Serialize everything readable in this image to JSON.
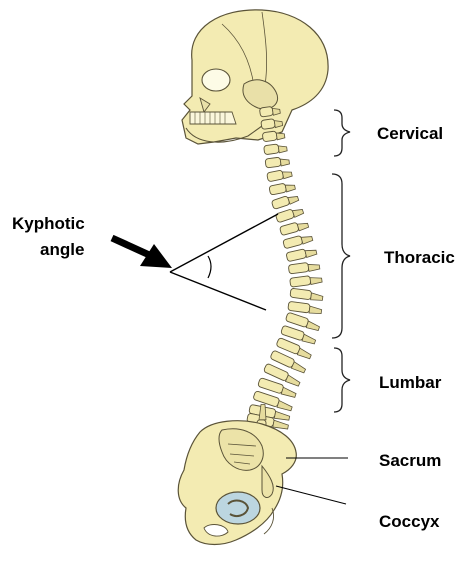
{
  "labels": {
    "kyphotic_line1": "Kyphotic",
    "kyphotic_line2": "angle",
    "cervical": "Cervical",
    "thoracic": "Thoracic",
    "lumbar": "Lumbar",
    "sacrum": "Sacrum",
    "coccyx": "Coccyx"
  },
  "colors": {
    "bone": "#f3ebb2",
    "bone_outline": "#5a5338",
    "disc": "#e6dc9e",
    "joint_blue": "#bcd6e0",
    "line": "#000000",
    "background": "#ffffff"
  }
}
